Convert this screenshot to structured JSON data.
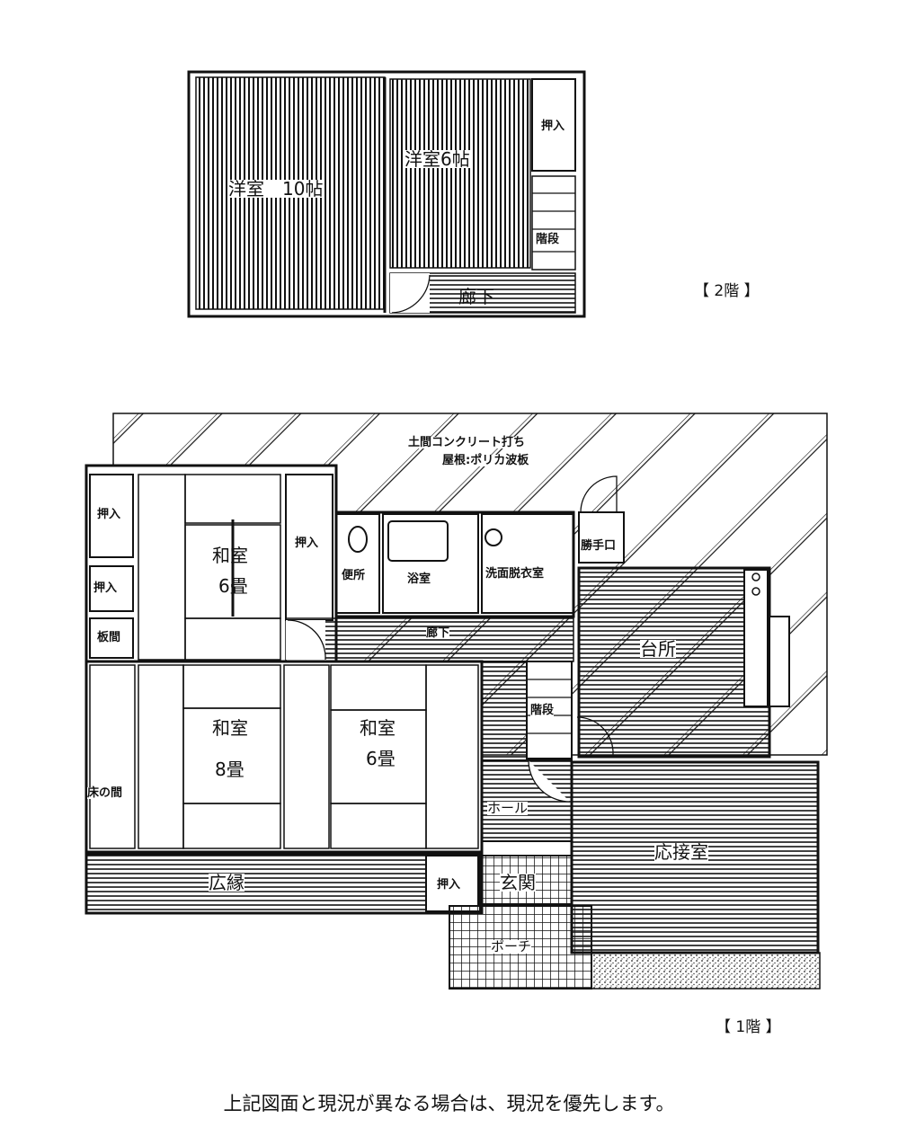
{
  "floor2": {
    "tag": "【 2階 】",
    "rooms": {
      "western_10": "洋室　10帖",
      "western_6": "洋室6帖",
      "closet": "押入",
      "stairs": "階段",
      "corridor": "廊下"
    }
  },
  "floor1": {
    "tag": "【 1階 】",
    "rooms": {
      "dirt_floor_note_line1": "土間コンクリート打ち",
      "dirt_floor_note_line2": "屋根:ポリカ波板",
      "closet_top_left": "押入",
      "closet_mid_left": "押入",
      "wood_floor": "板間",
      "japanese_6_top_line1": "和室",
      "japanese_6_top_line2": "6畳",
      "closet_center": "押入",
      "toilet": "便所",
      "bathroom": "浴室",
      "washroom": "洗面脱衣室",
      "back_door": "勝手口",
      "corridor": "廊下",
      "kitchen": "台所",
      "tokonoma": "床の間",
      "japanese_8_line1": "和室",
      "japanese_8_line2": "8畳",
      "japanese_6_bottom_line1": "和室",
      "japanese_6_bottom_line2": "6畳",
      "stairs": "階段",
      "hall": "ホール",
      "engawa": "広縁",
      "closet_bottom": "押入",
      "entrance": "玄関",
      "porch": "ポーチ",
      "reception_room": "応接室"
    }
  },
  "footer_note": "上記図面と現況が異なる場合は、現況を優先します。"
}
